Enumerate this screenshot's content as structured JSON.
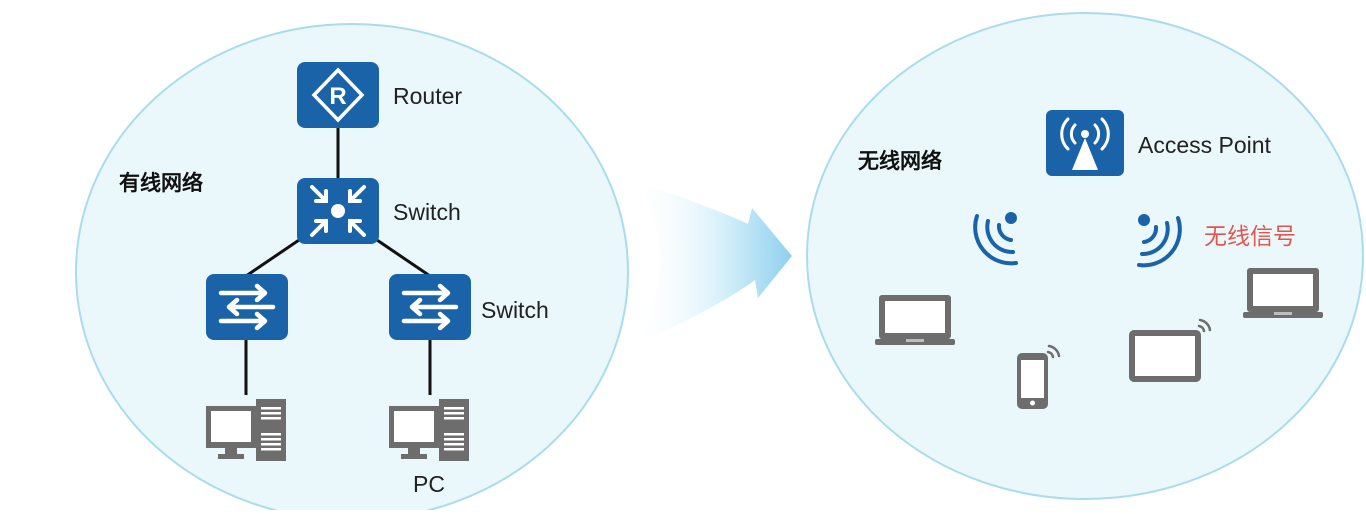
{
  "wired": {
    "title": "有线网络",
    "router_label": "Router",
    "core_switch_label": "Switch",
    "access_switch_label": "Switch",
    "pc_label": "PC"
  },
  "wireless": {
    "title": "无线网络",
    "ap_label": "Access Point",
    "signal_label": "无线信号"
  },
  "colors": {
    "device_blue": "#1a63a8",
    "region_fill": "#eaf7fb",
    "region_stroke": "#aadcec",
    "signal_text": "#e0574f",
    "device_gray": "#6d6d6d",
    "link": "#111111"
  }
}
